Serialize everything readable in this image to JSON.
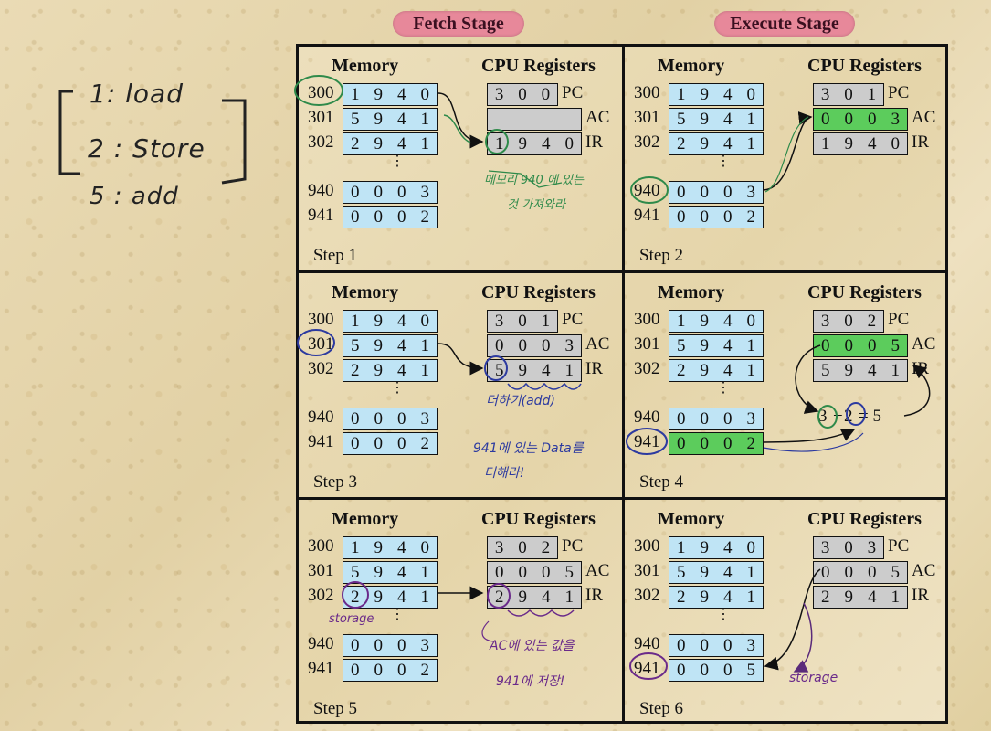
{
  "stages": {
    "fetch": "Fetch Stage",
    "execute": "Execute Stage"
  },
  "legend": [
    "1:  load",
    "2 :  Store",
    "5 :   add"
  ],
  "headers": {
    "memory": "Memory",
    "cpu": "CPU Registers"
  },
  "reg_labels": [
    "PC",
    "AC",
    "IR"
  ],
  "steps": [
    {
      "label": "Step 1",
      "memory": [
        {
          "addr": "300",
          "digits": [
            "1",
            "9",
            "4",
            "0"
          ]
        },
        {
          "addr": "301",
          "digits": [
            "5",
            "9",
            "4",
            "1"
          ]
        },
        {
          "addr": "302",
          "digits": [
            "2",
            "9",
            "4",
            "1"
          ]
        },
        {
          "addr": "940",
          "digits": [
            "0",
            "0",
            "0",
            "3"
          ]
        },
        {
          "addr": "941",
          "digits": [
            "0",
            "0",
            "0",
            "2"
          ]
        }
      ],
      "pc": [
        "3",
        "0",
        "0"
      ],
      "ac": [
        "",
        "",
        "",
        ""
      ],
      "ir": [
        "1",
        "9",
        "4",
        "0"
      ],
      "annotation": [
        "메모리 940 에 있는",
        "것 가져와라"
      ]
    },
    {
      "label": "Step 2",
      "memory": [
        {
          "addr": "300",
          "digits": [
            "1",
            "9",
            "4",
            "0"
          ]
        },
        {
          "addr": "301",
          "digits": [
            "5",
            "9",
            "4",
            "1"
          ]
        },
        {
          "addr": "302",
          "digits": [
            "2",
            "9",
            "4",
            "1"
          ]
        },
        {
          "addr": "940",
          "digits": [
            "0",
            "0",
            "0",
            "3"
          ]
        },
        {
          "addr": "941",
          "digits": [
            "0",
            "0",
            "0",
            "2"
          ]
        }
      ],
      "pc": [
        "3",
        "0",
        "1"
      ],
      "ac": [
        "0",
        "0",
        "0",
        "3"
      ],
      "ir": [
        "1",
        "9",
        "4",
        "0"
      ],
      "annotation": []
    },
    {
      "label": "Step 3",
      "memory": [
        {
          "addr": "300",
          "digits": [
            "1",
            "9",
            "4",
            "0"
          ]
        },
        {
          "addr": "301",
          "digits": [
            "5",
            "9",
            "4",
            "1"
          ]
        },
        {
          "addr": "302",
          "digits": [
            "2",
            "9",
            "4",
            "1"
          ]
        },
        {
          "addr": "940",
          "digits": [
            "0",
            "0",
            "0",
            "3"
          ]
        },
        {
          "addr": "941",
          "digits": [
            "0",
            "0",
            "0",
            "2"
          ]
        }
      ],
      "pc": [
        "3",
        "0",
        "1"
      ],
      "ac": [
        "0",
        "0",
        "0",
        "3"
      ],
      "ir": [
        "5",
        "9",
        "4",
        "1"
      ],
      "annotation": [
        "더하기(add)",
        "941에 있는 Data를",
        "더해라!"
      ]
    },
    {
      "label": "Step 4",
      "memory": [
        {
          "addr": "300",
          "digits": [
            "1",
            "9",
            "4",
            "0"
          ]
        },
        {
          "addr": "301",
          "digits": [
            "5",
            "9",
            "4",
            "1"
          ]
        },
        {
          "addr": "302",
          "digits": [
            "2",
            "9",
            "4",
            "1"
          ]
        },
        {
          "addr": "940",
          "digits": [
            "0",
            "0",
            "0",
            "3"
          ]
        },
        {
          "addr": "941",
          "digits": [
            "0",
            "0",
            "0",
            "2"
          ]
        }
      ],
      "pc": [
        "3",
        "0",
        "2"
      ],
      "ac": [
        "0",
        "0",
        "0",
        "5"
      ],
      "ir": [
        "5",
        "9",
        "4",
        "1"
      ],
      "equation": [
        "3",
        "+",
        "2",
        "= 5"
      ],
      "annotation": []
    },
    {
      "label": "Step 5",
      "memory": [
        {
          "addr": "300",
          "digits": [
            "1",
            "9",
            "4",
            "0"
          ]
        },
        {
          "addr": "301",
          "digits": [
            "5",
            "9",
            "4",
            "1"
          ]
        },
        {
          "addr": "302",
          "digits": [
            "2",
            "9",
            "4",
            "1"
          ]
        },
        {
          "addr": "940",
          "digits": [
            "0",
            "0",
            "0",
            "3"
          ]
        },
        {
          "addr": "941",
          "digits": [
            "0",
            "0",
            "0",
            "2"
          ]
        }
      ],
      "pc": [
        "3",
        "0",
        "2"
      ],
      "ac": [
        "0",
        "0",
        "0",
        "5"
      ],
      "ir": [
        "2",
        "9",
        "4",
        "1"
      ],
      "annotation": [
        "storage",
        "AC에 있는 값을",
        "941에 저장!"
      ]
    },
    {
      "label": "Step 6",
      "memory": [
        {
          "addr": "300",
          "digits": [
            "1",
            "9",
            "4",
            "0"
          ]
        },
        {
          "addr": "301",
          "digits": [
            "5",
            "9",
            "4",
            "1"
          ]
        },
        {
          "addr": "302",
          "digits": [
            "2",
            "9",
            "4",
            "1"
          ]
        },
        {
          "addr": "940",
          "digits": [
            "0",
            "0",
            "0",
            "3"
          ]
        },
        {
          "addr": "941",
          "digits": [
            "0",
            "0",
            "0",
            "5"
          ]
        }
      ],
      "pc": [
        "3",
        "0",
        "3"
      ],
      "ac": [
        "0",
        "0",
        "0",
        "5"
      ],
      "ir": [
        "2",
        "9",
        "4",
        "1"
      ],
      "annotation": [
        "storage"
      ]
    }
  ]
}
